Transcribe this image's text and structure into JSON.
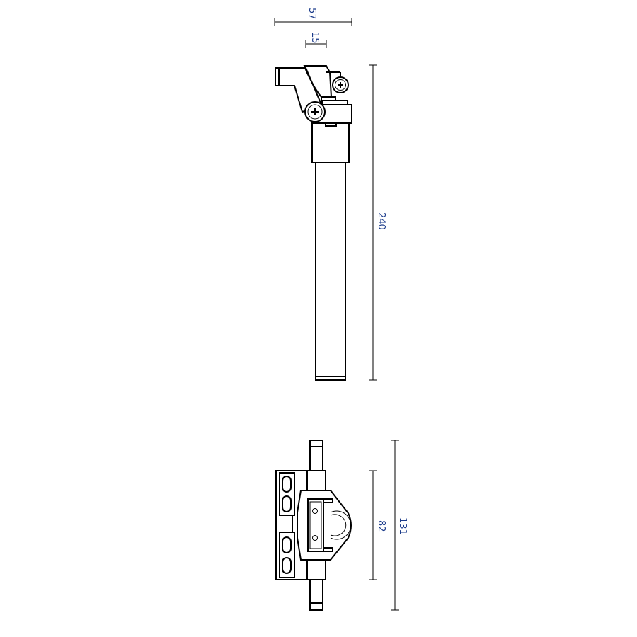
{
  "dimensions": {
    "top_width": "57",
    "top_offset": "15",
    "top_height": "240",
    "bottom_inner_height": "82",
    "bottom_total_height": "131"
  },
  "colors": {
    "line": "#000000",
    "dimension_text": "#1a3a8a"
  }
}
